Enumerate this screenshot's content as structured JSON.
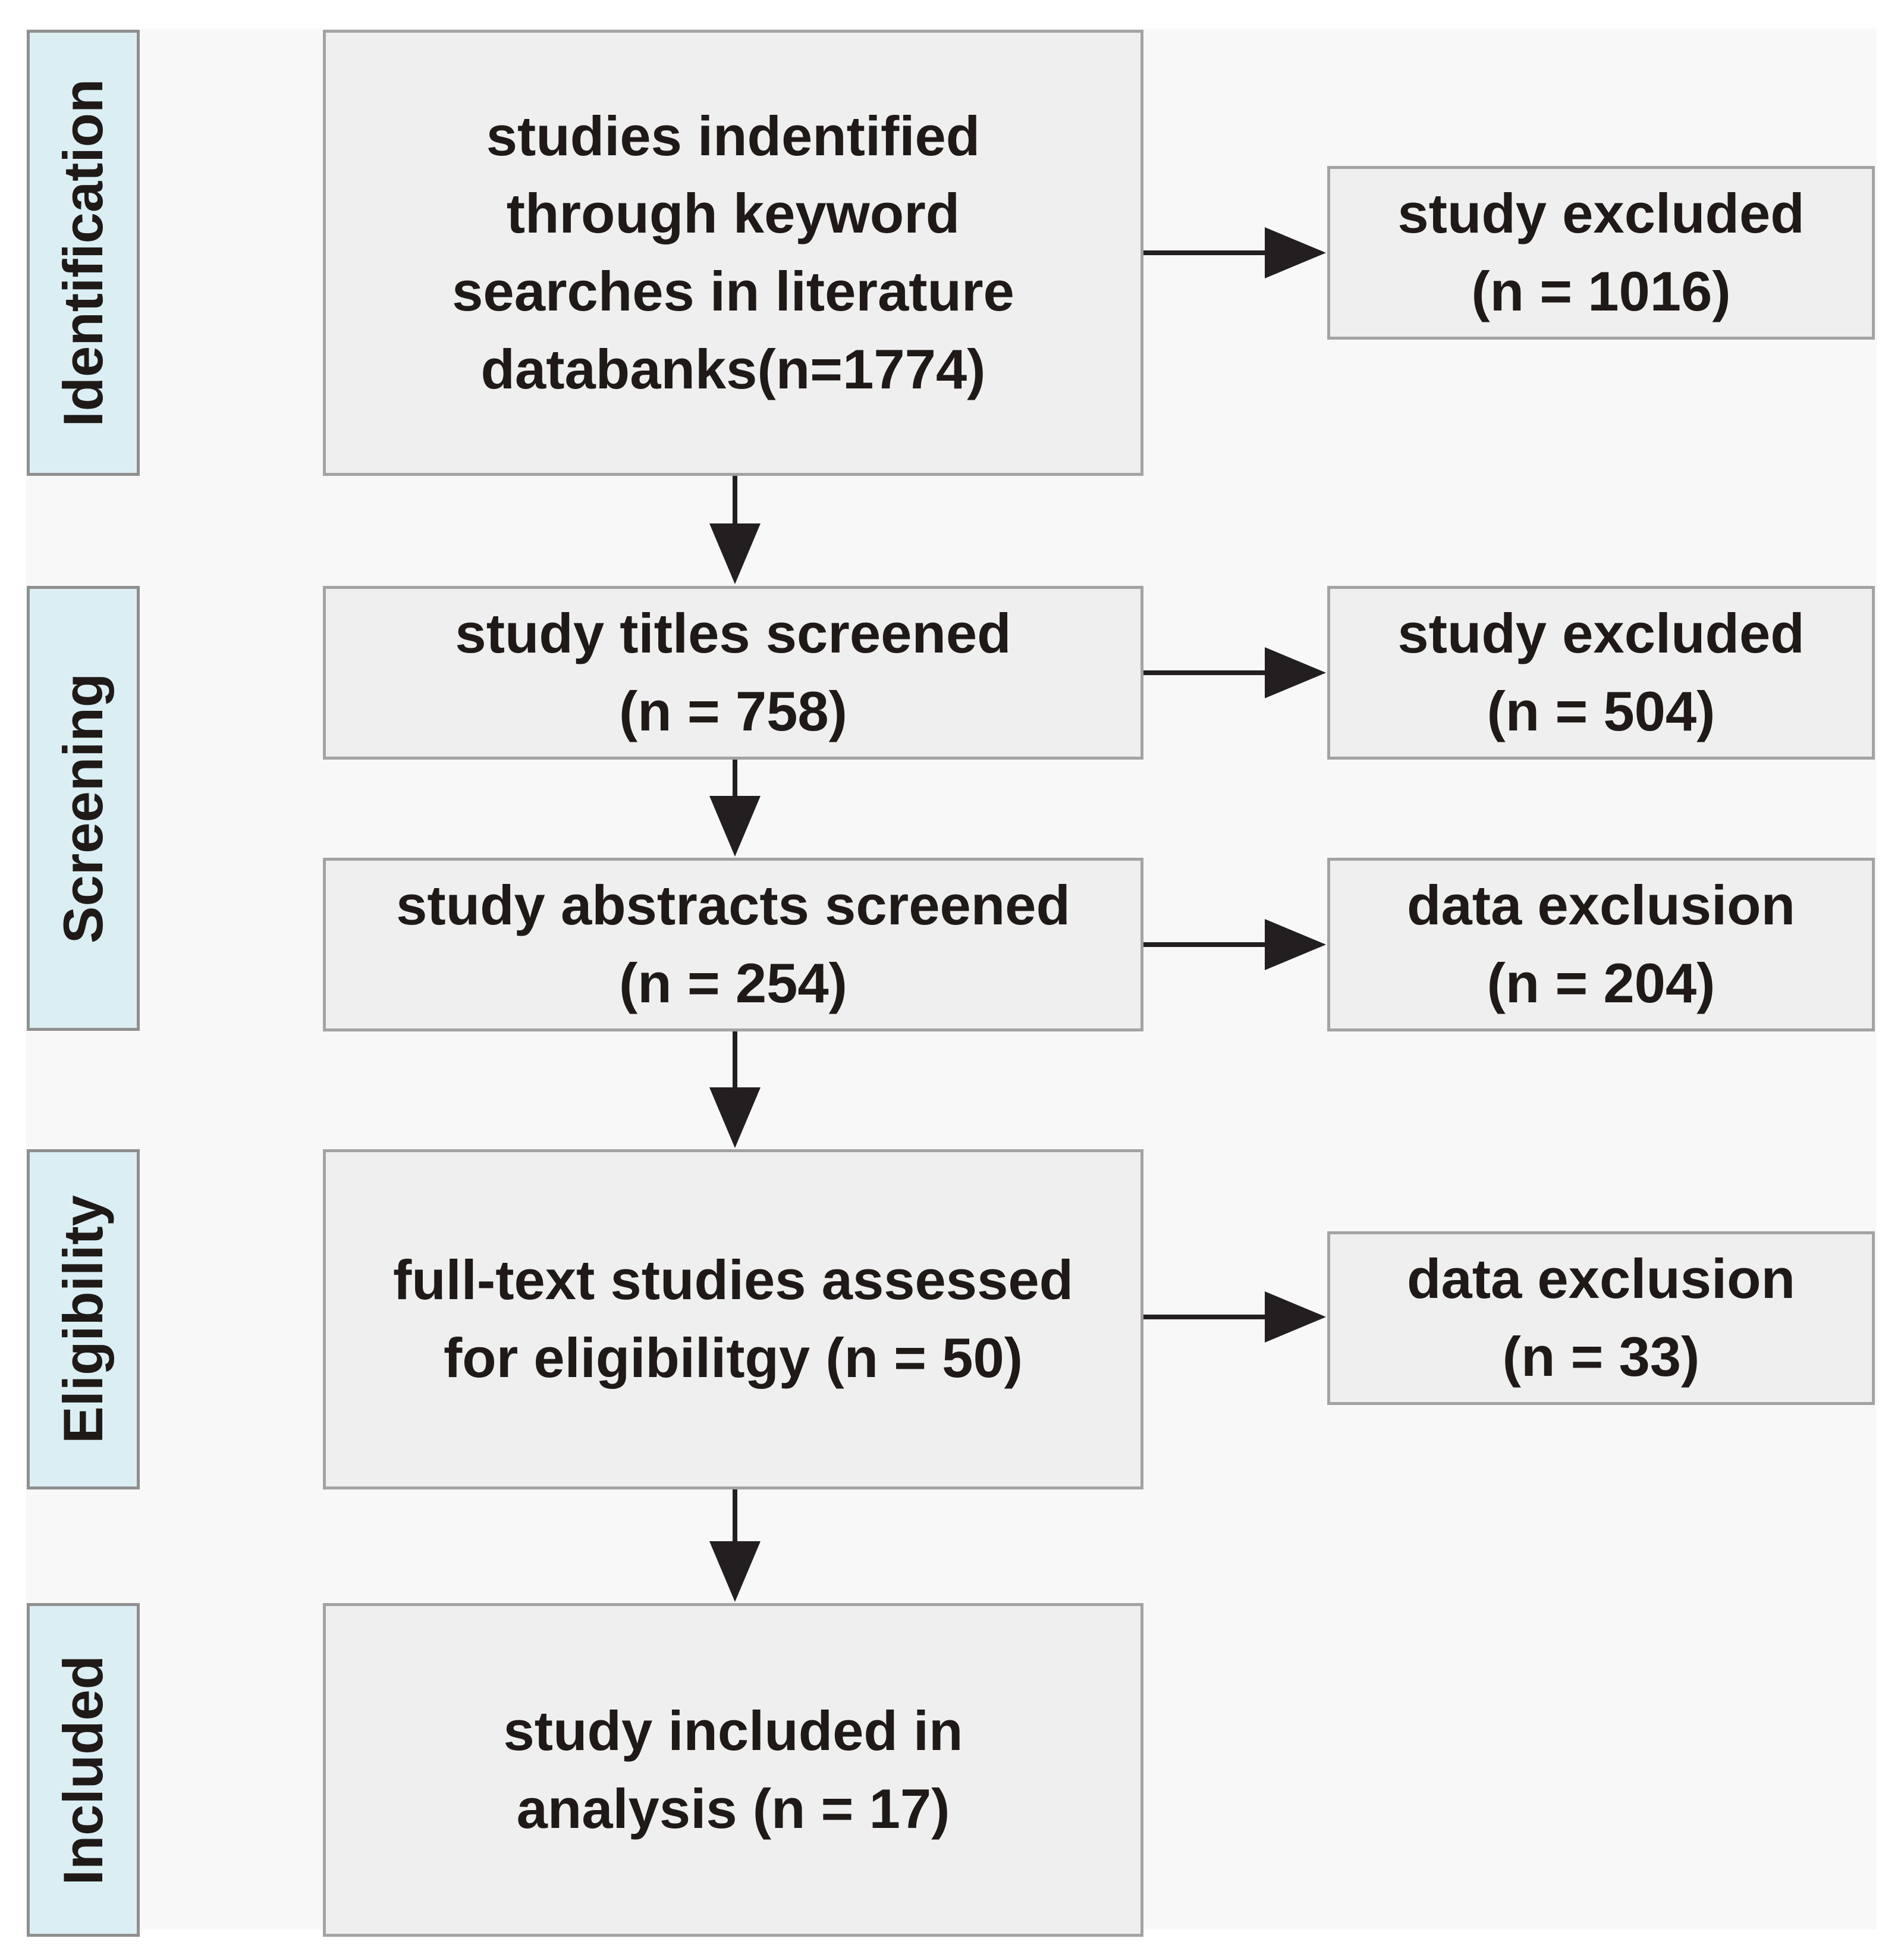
{
  "stages": {
    "identification": "Identification",
    "screening": "Screening",
    "eligibility": "Eligibility",
    "included": "Included"
  },
  "main_boxes": {
    "identified": "studies indentified\nthrough keyword\nsearches in literature\ndatabanks(n=1774)",
    "titles": "study titles screened\n(n = 758)",
    "abstracts": "study abstracts screened\n(n = 254)",
    "fulltext": "full-text studies assessed\nfor eligibilitgy (n = 50)",
    "included": "study included in\nanalysis (n = 17)"
  },
  "exclusion_boxes": {
    "excluded_1": "study excluded\n(n = 1016)",
    "excluded_2": "study excluded\n(n = 504)",
    "exclusion_3": "data exclusion\n(n = 204)",
    "exclusion_4": "data exclusion\n(n = 33)"
  },
  "colors": {
    "stage_fill": "#dbeef4",
    "box_fill": "#efefef",
    "box_border": "#a3a3a3",
    "arrow": "#231f20",
    "text": "#1f1a17"
  }
}
